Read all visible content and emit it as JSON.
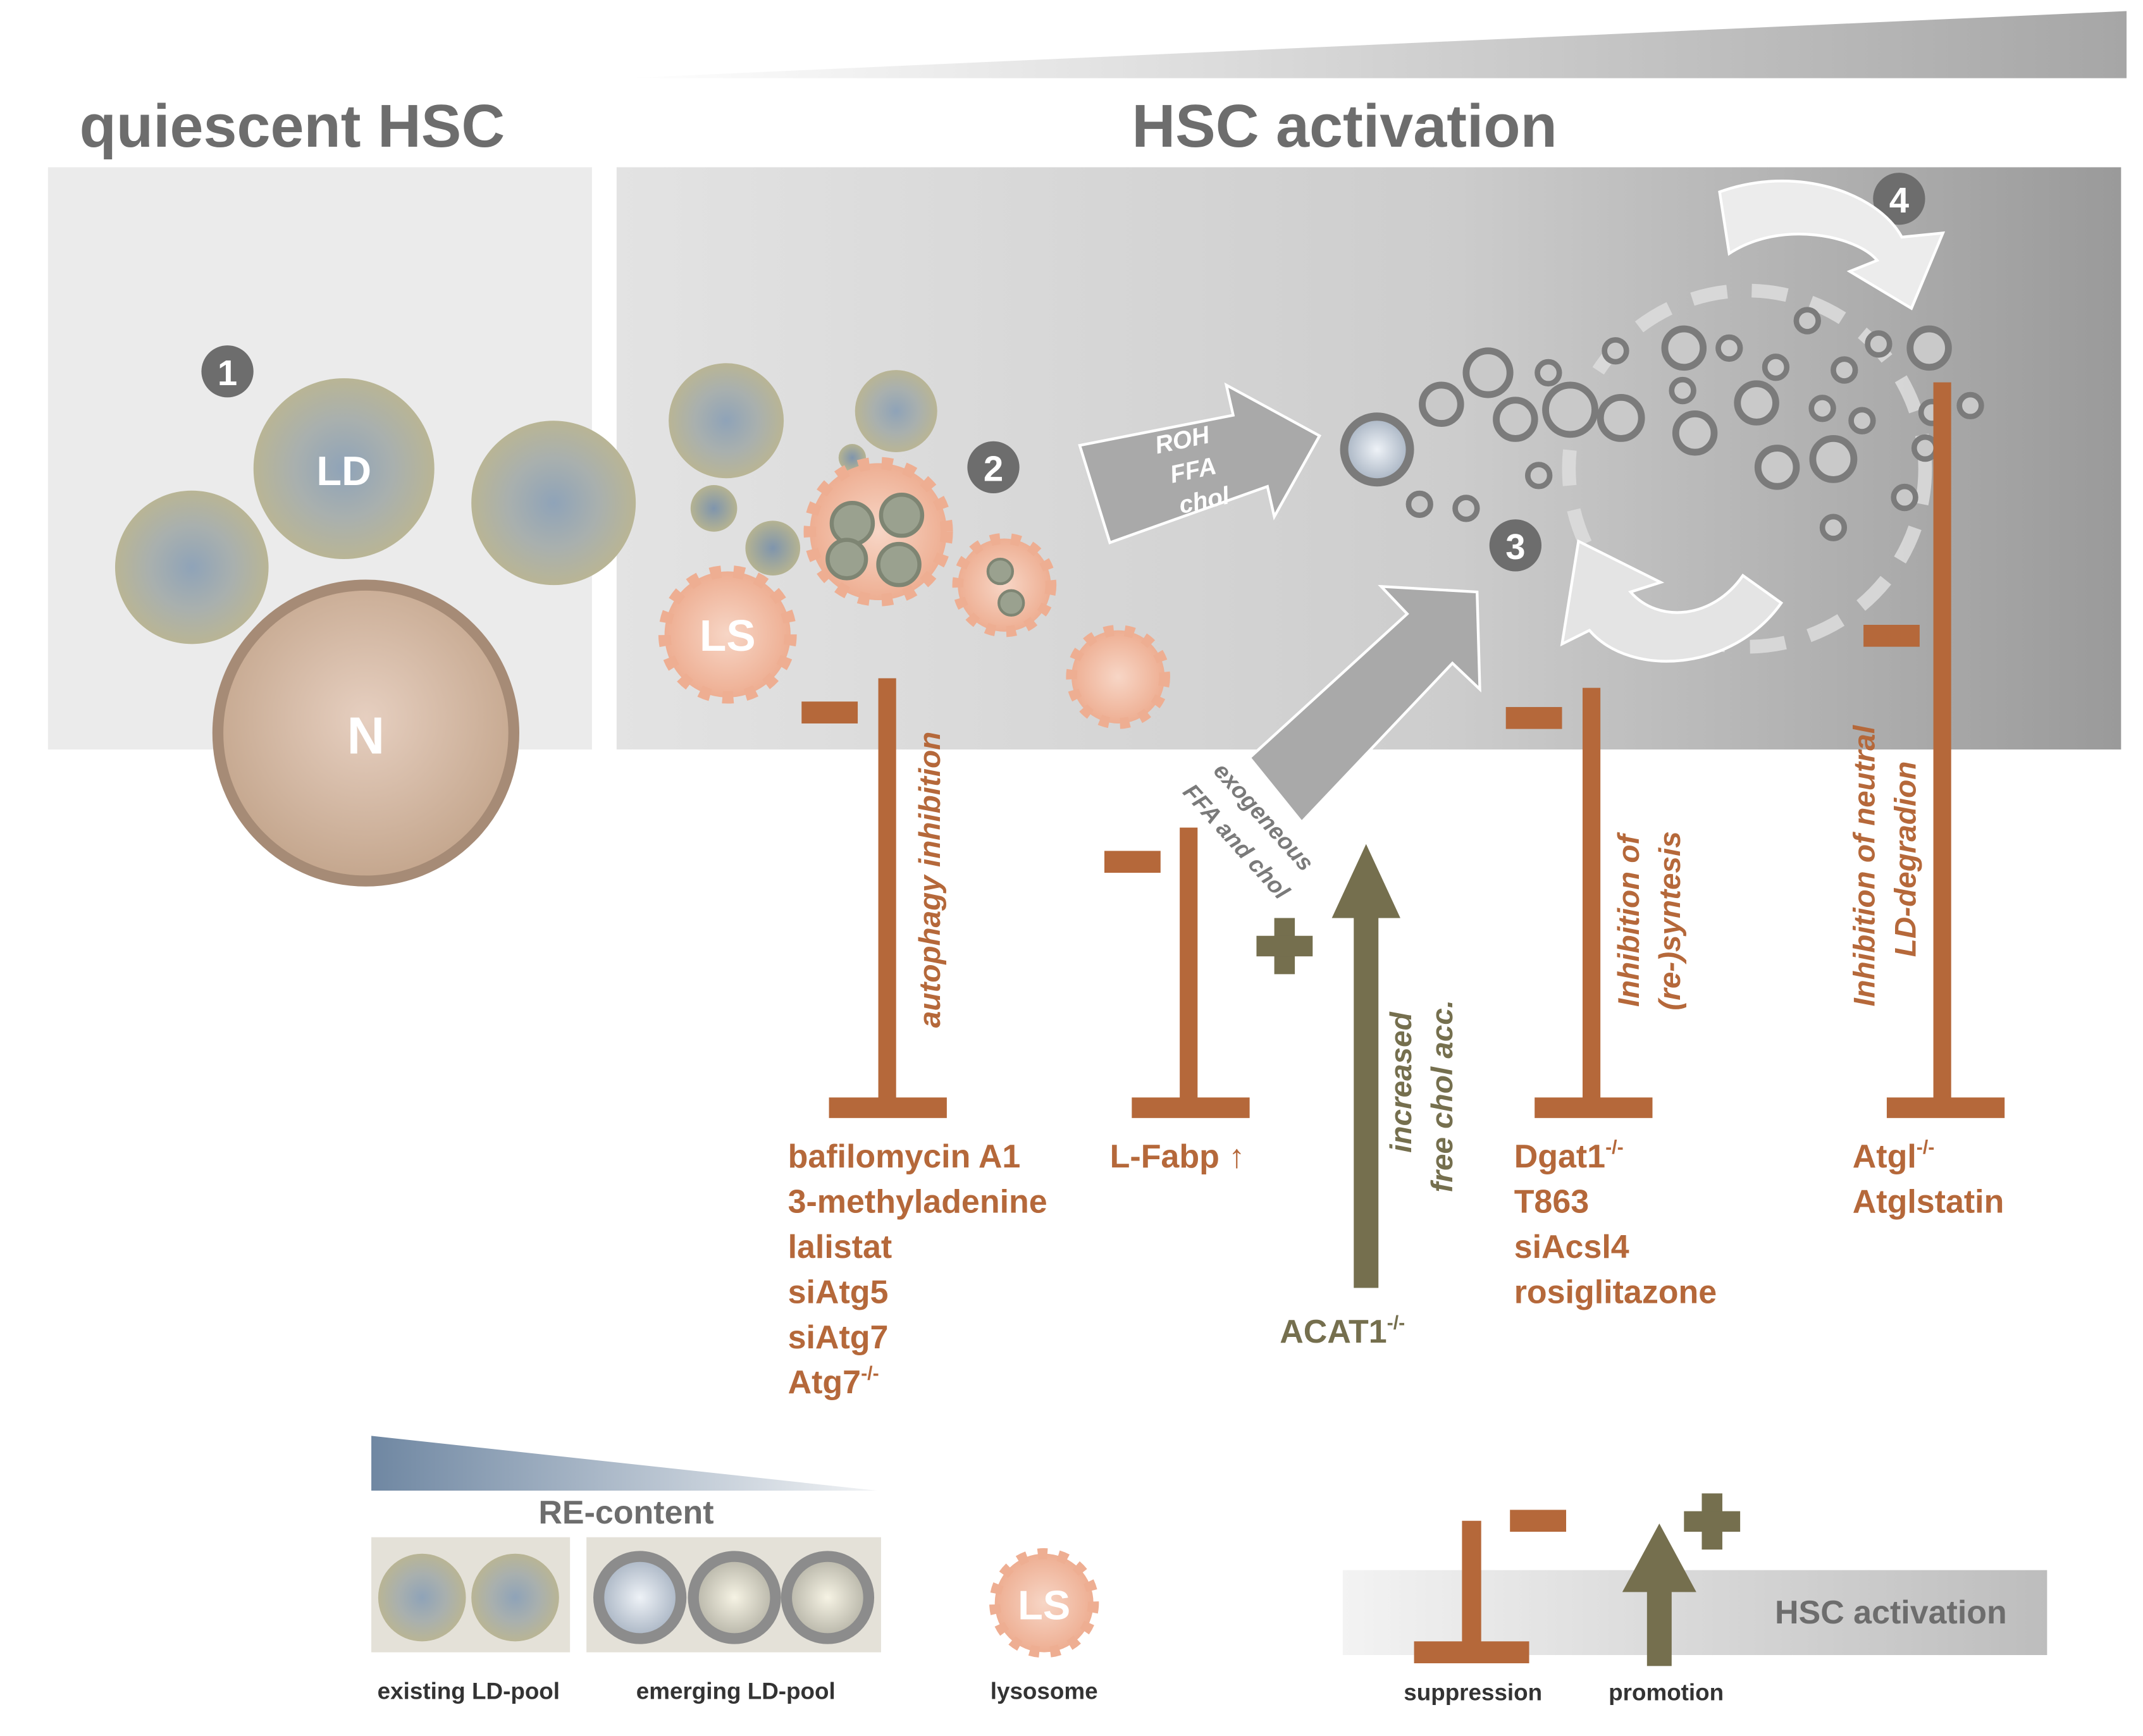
{
  "header": {
    "quiescent_title": "quiescent HSC",
    "activation_title": "HSC activation"
  },
  "cell": {
    "ld_label": "LD",
    "nucleus_label": "N",
    "lysosome_label": "LS"
  },
  "steps": [
    "1",
    "2",
    "3",
    "4"
  ],
  "arrows": {
    "release_line1": "ROH",
    "release_line2": "FFA",
    "release_line3": "chol",
    "exogenous_line1": "exogeneous",
    "exogenous_line2": "FFA and chol"
  },
  "inhibitions": {
    "autophagy": {
      "label": "autophagy inhibition",
      "agents": [
        "bafilomycin A1",
        "3-methyladenine",
        "lalistat",
        "siAtg5",
        "siAtg7",
        "Atg7"
      ],
      "agent_superscript": "-/-"
    },
    "lfabp": {
      "agent": "L-Fabp ↑"
    },
    "resynthesis": {
      "label_line1": "Inhibition of",
      "label_line2": "(re-)syntesis",
      "agents": [
        "Dgat1",
        "T863",
        "siAcsl4",
        "rosiglitazone"
      ],
      "agent_superscript": "-/-"
    },
    "degradation": {
      "label_line1": "Inhibition of neutral",
      "label_line2": "LD-degradion",
      "agents": [
        "Atgl",
        "Atglstatin"
      ],
      "agent_superscript": "-/-"
    }
  },
  "promotion": {
    "label_line1": "increased",
    "label_line2": "free chol acc.",
    "agent": "ACAT1",
    "agent_superscript": "-/-"
  },
  "legend": {
    "re_content": "RE-content",
    "existing_pool": "existing LD-pool",
    "emerging_pool": "emerging LD-pool",
    "lysosome": "lysosome",
    "lysosome_icon_label": "LS",
    "suppression": "suppression",
    "promotion": "promotion",
    "bar_label": "HSC activation"
  },
  "colors": {
    "inhibit": "#b5683a",
    "promote": "#756f4e",
    "title_gray": "#6d6d6d",
    "ld_olive": "#b9b595",
    "ld_core": "#8fa3b8",
    "lysosome": "#f0b9a0"
  }
}
